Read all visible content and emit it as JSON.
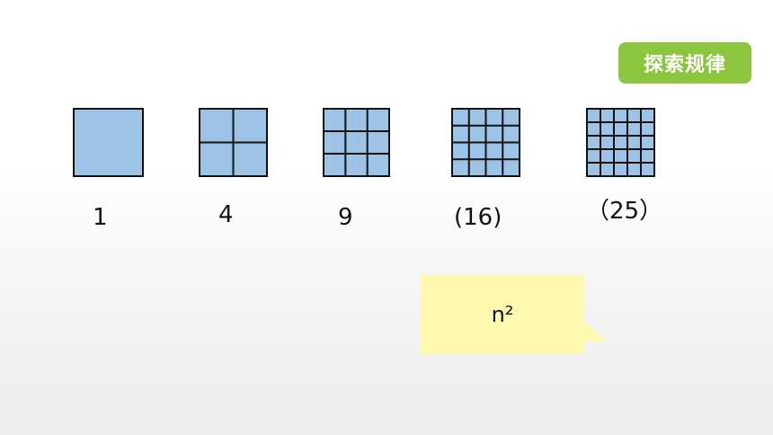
{
  "badge": {
    "label": "探索规律",
    "color": "#8cc63f"
  },
  "colors": {
    "square_fill": "#9dc3e6",
    "grid_stroke": "#111111",
    "callout_fill": "#fff9b0"
  },
  "squares": [
    {
      "divisions": 1,
      "label": "1"
    },
    {
      "divisions": 2,
      "label": "4"
    },
    {
      "divisions": 3,
      "label": "9"
    },
    {
      "divisions": 4,
      "label": "(16)"
    },
    {
      "divisions": 5,
      "label": "（25）"
    }
  ],
  "callout": {
    "text": "n²"
  }
}
